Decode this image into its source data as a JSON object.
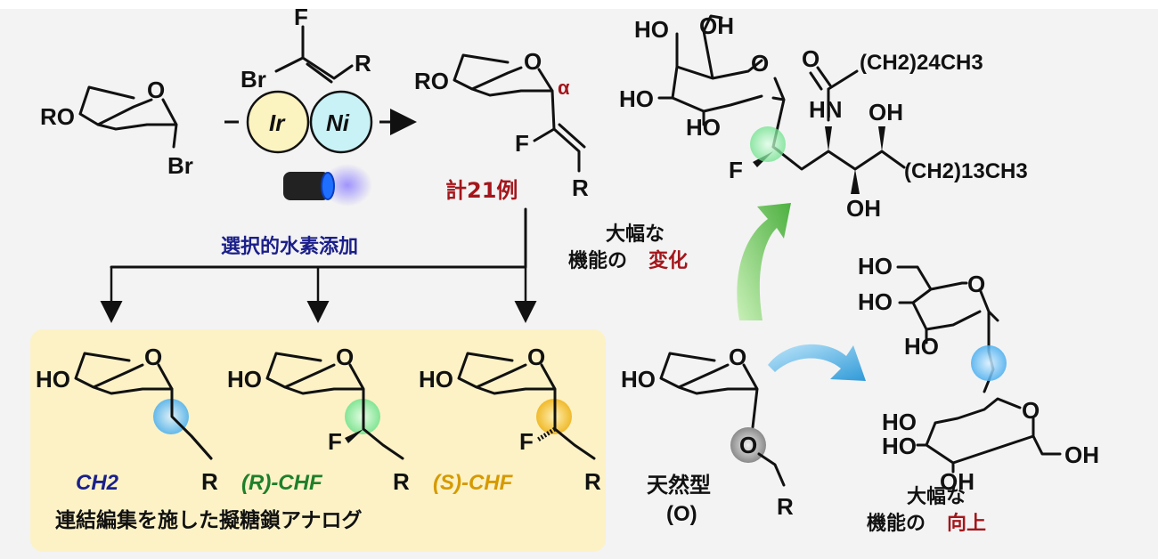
{
  "atoms": {
    "RO": "RO",
    "O": "O",
    "Br": "Br",
    "F": "F",
    "R": "R",
    "HO": "HO",
    "OH": "OH",
    "HN": "HN",
    "alpha": "α"
  },
  "catalysts": {
    "ir": "Ir",
    "ni": "Ni"
  },
  "labels": {
    "count": "計21例",
    "hydrogenation": "選択的水素添加",
    "ch2": "CH2",
    "r_chf_prefix": "(R)-CHF",
    "s_chf_prefix": "(S)-CHF",
    "caption": "連結編集を施した擬糖鎖アナログ",
    "natural": "天然型",
    "natural_sub": "(O)",
    "change_line1": "大幅な",
    "change_line2a": "機能の",
    "change_line2b": "変化",
    "improve_line1": "大幅な",
    "improve_line2a": "機能の",
    "improve_line2b": "向上",
    "chain1": "(CH2)24CH3",
    "chain2": "(CH2)13CH3"
  },
  "colors": {
    "red": "#a3161b",
    "navy": "#1b1f8a",
    "green": "#1f7f2a",
    "orange": "#d69a00",
    "blue_circle": "#5ab8ef",
    "green_circle": "#7ee89a",
    "yellow_circle": "#f0b820",
    "grey_circle": "#9a9a9a"
  }
}
